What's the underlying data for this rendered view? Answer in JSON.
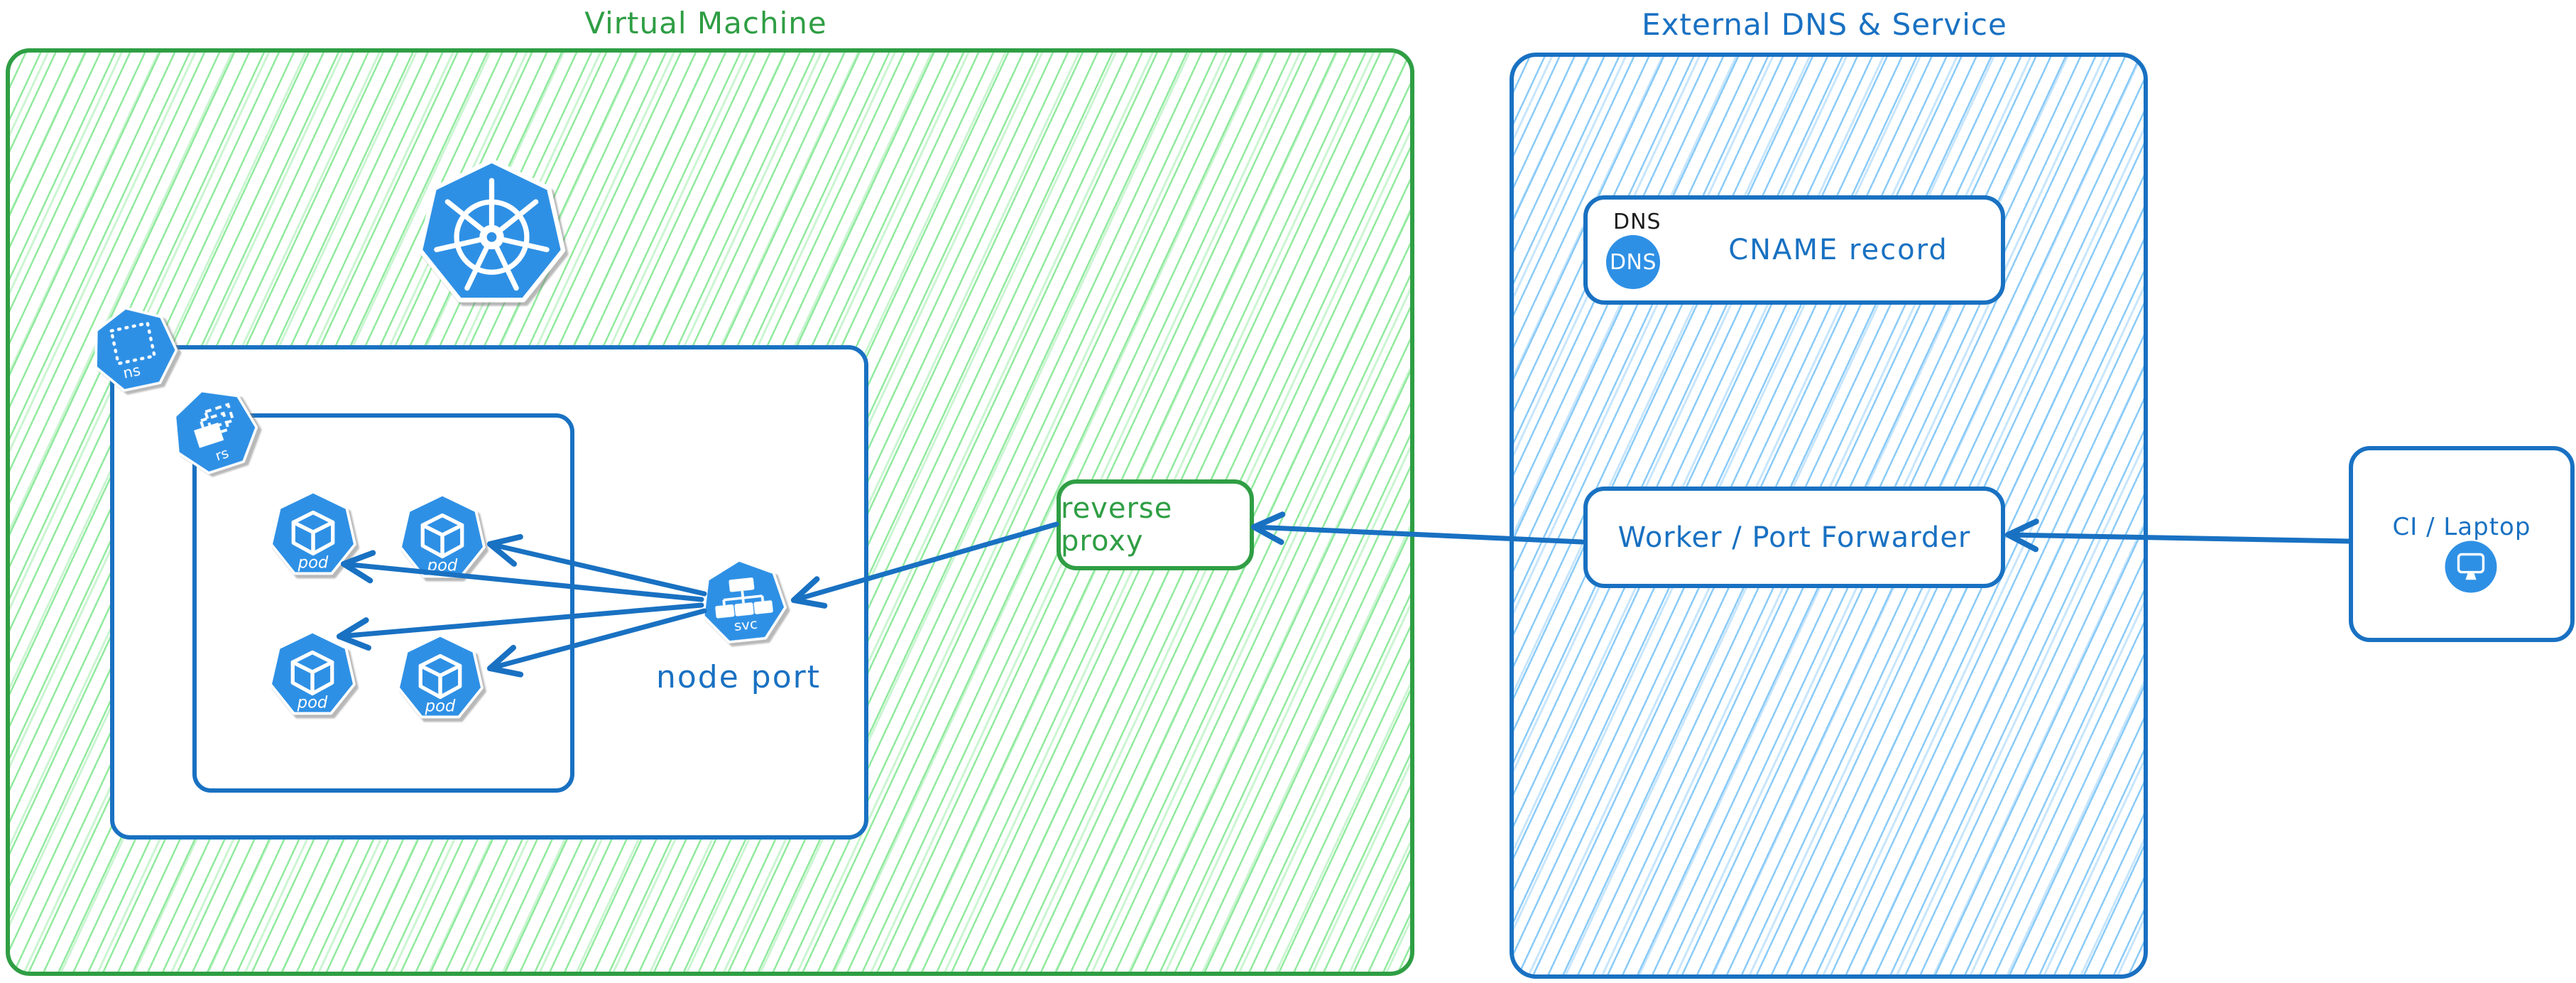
{
  "diagram": {
    "vm_section": {
      "title": "Virtual Machine"
    },
    "external_section": {
      "title": "External DNS & Service"
    },
    "kubernetes": {
      "namespace_badge": "ns",
      "replicaset_badge": "rs",
      "pod_badge": "pod",
      "service_badge": "svc",
      "service_label": "node port"
    },
    "reverse_proxy": {
      "label": "reverse proxy"
    },
    "dns_card": {
      "header": "DNS",
      "badge": "DNS",
      "label": "CNAME record"
    },
    "worker_card": {
      "label": "Worker / Port Forwarder"
    },
    "ci_card": {
      "label": "CI / Laptop"
    },
    "edges": [
      {
        "from": "ci-laptop",
        "to": "worker"
      },
      {
        "from": "worker",
        "to": "reverse-proxy"
      },
      {
        "from": "reverse-proxy",
        "to": "svc"
      },
      {
        "from": "svc",
        "to": "pod-1"
      },
      {
        "from": "svc",
        "to": "pod-2"
      },
      {
        "from": "svc",
        "to": "pod-3"
      },
      {
        "from": "svc",
        "to": "pod-4"
      }
    ],
    "colors": {
      "green": "#2f9e44",
      "green_hatch": "#8ce99a",
      "blue": "#1971c2",
      "blue_hatch": "#85c8f8",
      "icon_blue": "#2e90e5",
      "text_dark": "#1e1e1e",
      "arrow": "#1971c2"
    }
  }
}
